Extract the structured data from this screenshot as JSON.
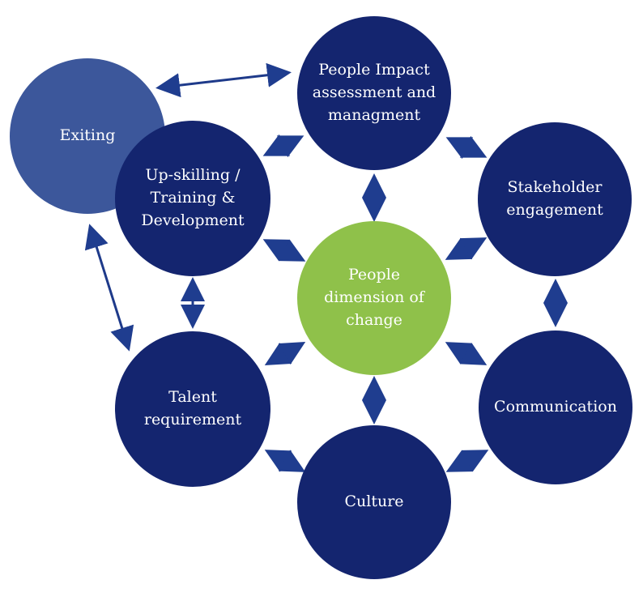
{
  "colors": {
    "primary_node": "#14256f",
    "exiting_node": "#3c579b",
    "center_node": "#8fc14a",
    "arrow": "#1f3d8f"
  },
  "nodes": [
    {
      "id": "exiting",
      "label_lines": [
        "Exiting"
      ]
    },
    {
      "id": "people-impact",
      "label_lines": [
        "People Impact",
        "assessment and",
        "managment"
      ]
    },
    {
      "id": "upskilling",
      "label_lines": [
        "Up-skilling /",
        "Training &",
        "Development"
      ]
    },
    {
      "id": "stakeholder",
      "label_lines": [
        "Stakeholder",
        "engagement"
      ]
    },
    {
      "id": "center",
      "label_lines": [
        "People",
        "dimension of",
        "change"
      ]
    },
    {
      "id": "talent",
      "label_lines": [
        "Talent",
        "requirement"
      ]
    },
    {
      "id": "communication",
      "label_lines": [
        "Communication"
      ]
    },
    {
      "id": "culture",
      "label_lines": [
        "Culture"
      ]
    }
  ]
}
